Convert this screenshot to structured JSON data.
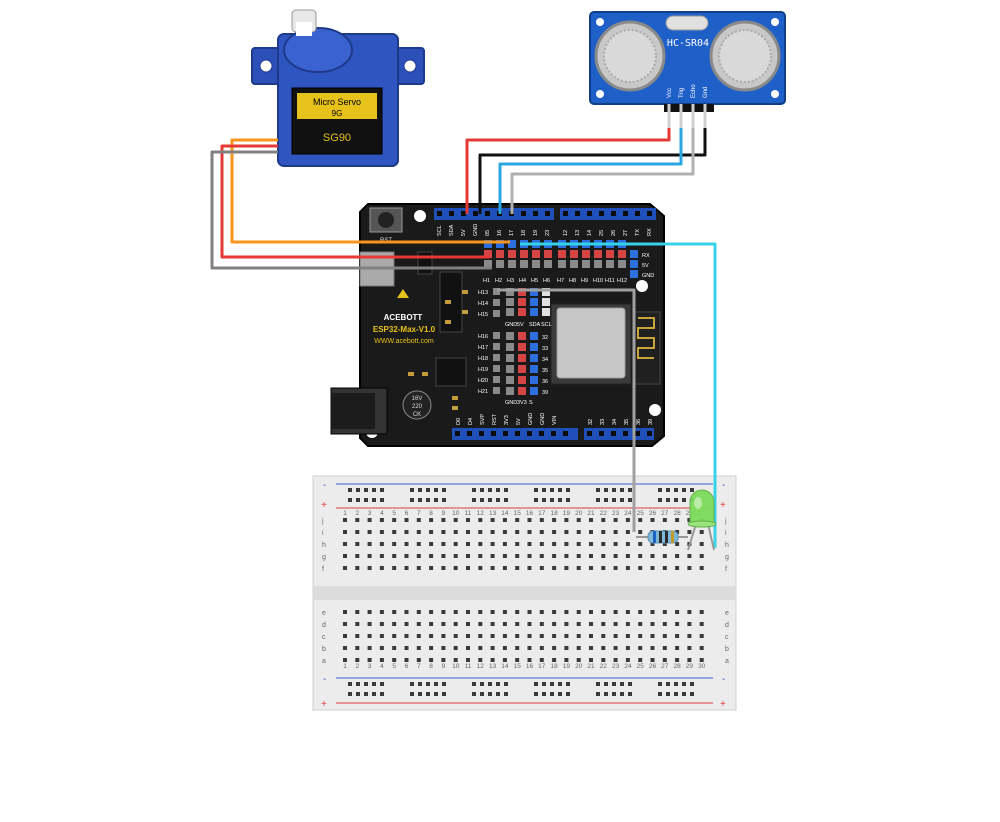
{
  "servo": {
    "label_line1": "Micro Servo",
    "label_line2": "9G",
    "model": "SG90"
  },
  "sensor": {
    "model": "HC-SR04",
    "pins": [
      "Vcc",
      "Trig",
      "Echo",
      "Gnd"
    ]
  },
  "board": {
    "brand": "ACEBOTT",
    "model": "ESP32-Max-V1.0",
    "url": "WWW.acebott.com",
    "reset_label": "RST",
    "capacitor_text": [
      "16V",
      "220",
      "CK"
    ],
    "top_header_labels": [
      "SCL",
      "SDA",
      "5V",
      "GND",
      "05",
      "16",
      "17",
      "18",
      "19",
      "23",
      "12",
      "13",
      "14",
      "25",
      "26",
      "27",
      "TX",
      "RX"
    ],
    "uart_labels": [
      "RX",
      "5V",
      "GND"
    ],
    "row_h_top": [
      "H1",
      "H2",
      "H3",
      "H4",
      "H5",
      "H6",
      "H7",
      "H8",
      "H9",
      "H10",
      "H11",
      "H12"
    ],
    "h_left_labels": [
      "H13",
      "H14",
      "H15",
      "H16",
      "H17",
      "H18",
      "H19",
      "H20",
      "H21"
    ],
    "i2c_labels": [
      "GND",
      "5V",
      "SDA",
      "SCL"
    ],
    "side_labels": [
      "32",
      "33",
      "34",
      "35",
      "36",
      "39"
    ],
    "bottom_col_labels": [
      "GND",
      "3V3",
      "S"
    ],
    "bottom_header_labels": [
      "D0",
      "D4",
      "SVP",
      "RST",
      "3V3",
      "5V",
      "GND",
      "GND",
      "VIN",
      "32",
      "33",
      "34",
      "35",
      "36",
      "39"
    ]
  },
  "breadboard": {
    "columns": [
      "1",
      "2",
      "3",
      "4",
      "5",
      "6",
      "7",
      "8",
      "9",
      "10",
      "11",
      "12",
      "13",
      "14",
      "15",
      "16",
      "17",
      "18",
      "19",
      "20",
      "21",
      "22",
      "23",
      "24",
      "25",
      "26",
      "27",
      "28",
      "29",
      "30"
    ],
    "rows_top": [
      "j",
      "i",
      "h",
      "g",
      "f"
    ],
    "rows_bottom": [
      "e",
      "d",
      "c",
      "b",
      "a"
    ],
    "rail_minus": "-",
    "rail_plus": "+"
  },
  "wire_colors": {
    "servo_signal": "#f7941d",
    "servo_power": "#e53935",
    "servo_ground": "#808080",
    "sensor_vcc": "#e53935",
    "sensor_trig": "#111111",
    "sensor_echo": "#2aa6e0",
    "sensor_gnd": "#b0b0b0",
    "led_signal": "#36d3e8",
    "led_ground": "#a0a0a0"
  },
  "led": {
    "color": "#7cdc5a"
  },
  "resistor": {
    "bands": [
      "#1e64c8",
      "#2a2a2a",
      "#2a2a2a",
      "#c79a2a"
    ]
  }
}
